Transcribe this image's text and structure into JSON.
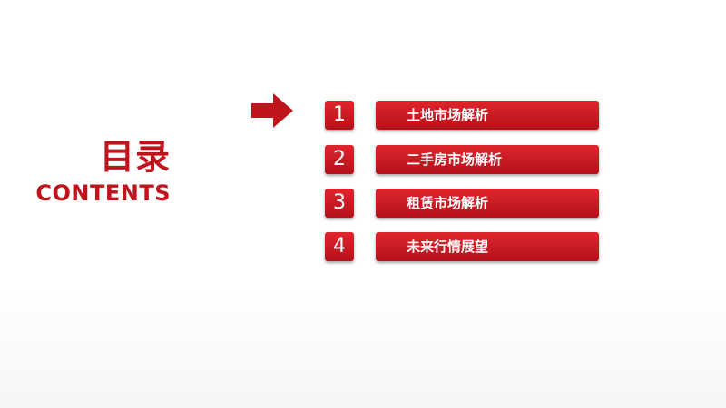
{
  "heading": {
    "title_cn": "目录",
    "title_en": "CONTENTS"
  },
  "accent_color": "#c0141c",
  "arrow_icon": "right-arrow-icon",
  "items": [
    {
      "number": "1",
      "label": "土地市场解析"
    },
    {
      "number": "2",
      "label": "二手房市场解析"
    },
    {
      "number": "3",
      "label": "租赁市场解析"
    },
    {
      "number": "4",
      "label": "未来行情展望"
    }
  ]
}
